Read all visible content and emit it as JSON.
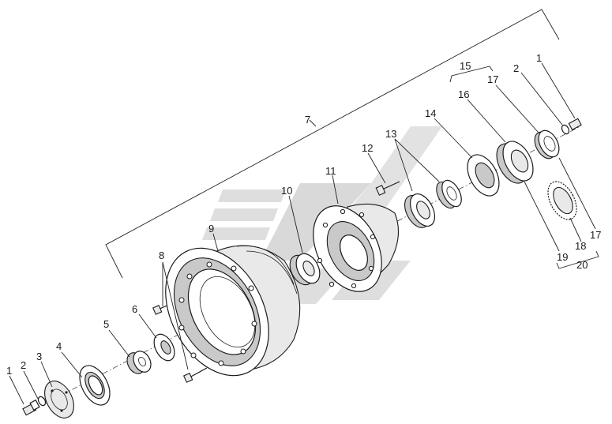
{
  "labels": {
    "l1a": "1",
    "l1b": "1",
    "l2a": "2",
    "l2b": "2",
    "l3": "3",
    "l4": "4",
    "l5": "5",
    "l6": "6",
    "l7": "7",
    "l8": "8",
    "l9": "9",
    "l10": "10",
    "l11": "11",
    "l12": "12",
    "l13": "13",
    "l14": "14",
    "l15": "15",
    "l16": "16",
    "l17a": "17",
    "l17b": "17",
    "l18": "18",
    "l19": "19",
    "l20": "20"
  },
  "colors": {
    "ink": "#1a1a1a",
    "accent_label": "#8b1a1a",
    "watermark": "#b4b4b4"
  },
  "icons": {
    "watermark": "watermark-logo-icon"
  }
}
